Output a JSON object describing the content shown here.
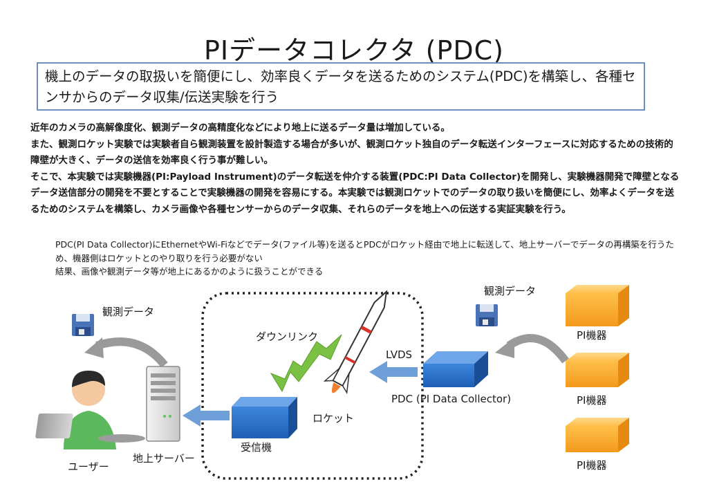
{
  "title": "PIデータコレクタ (PDC)",
  "summary": "機上のデータの取扱いを簡便にし、効率良くデータを送るためのシステム(PDC)を構築し、各種センサからのデータ収集/伝送実験を行う",
  "body": [
    "近年のカメラの高解像度化、観測データの高精度化などにより地上に送るデータ量は増加している。",
    "また、観測ロケット実験では実験者自ら観測装置を設計製造する場合が多いが、観測ロケット独自のデータ転送インターフェースに対応するための技術的障壁が大きく、データの送信を効率良く行う事が難しい。",
    "そこで、本実験では実験機器(PI:Payload Instrument)のデータ転送を仲介する装置(PDC:PI Data Collector)を開発し、実験機器開発で障壁となるデータ送信部分の開発を不要とすることで実験機器の開発を容易にする。本実験では観測ロケットでのデータの取り扱いを簡便にし、効率よくデータを送るためのシステムを構築し、カメラ画像や各種センサーからのデータ収集、それらのデータを地上への伝送する実証実験を行う。"
  ],
  "notes": [
    "PDC(PI Data Collector)にEthernetやWi-Fiなどでデータ(ファイル等)を送るとPDCがロケット経由で地上に転送して、地上サーバーでデータの再構築を行うため、機器側はロケットとのやり取りを行う必要がない",
    "結果、画像や観測データ等が地上にあるかのように扱うことができる"
  ],
  "diagram": {
    "user_label": "ユーザー",
    "ground_data_label": "観測データ",
    "server_label": "地上サーバー",
    "receiver_label": "受信機",
    "downlink_label": "ダウンリンク",
    "rocket_label": "ロケット",
    "lvds_label": "LVDS",
    "pdc_label": "PDC (PI Data Collector)",
    "pi_data_label": "観測データ",
    "pi_labels": [
      "PI機器",
      "PI機器",
      "PI機器"
    ]
  },
  "colors": {
    "box_border": "#6c8ebf",
    "arrow_blue": "#6f9fd8",
    "cube_blue": "#2f6fc4",
    "cube_orange": "#f5a623",
    "downlink_green": "#7ac143",
    "flame": "#f08030"
  }
}
